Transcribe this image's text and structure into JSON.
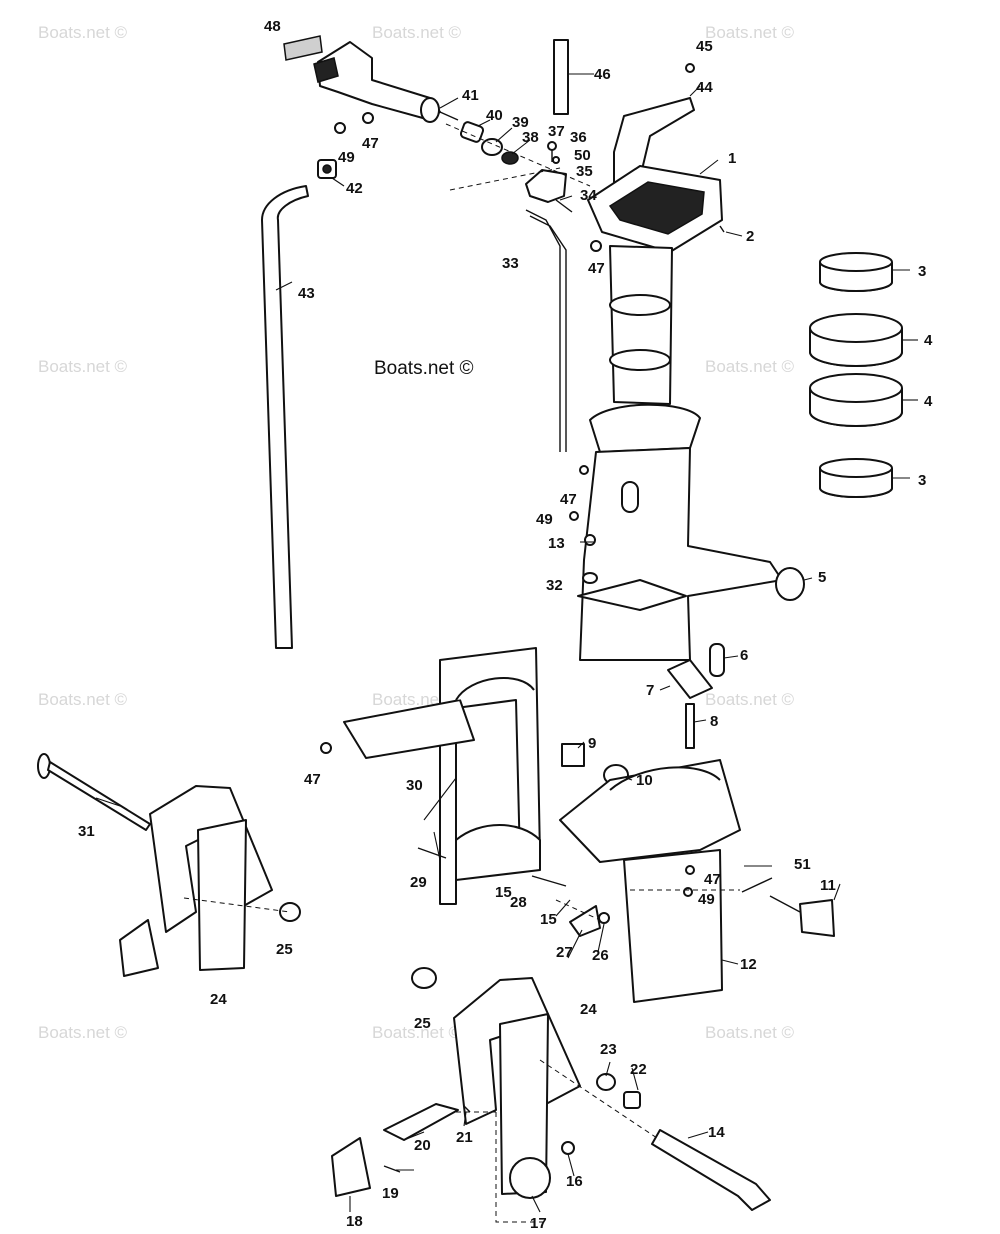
{
  "credit": "Boats.net ©",
  "watermark_text": "Boats.net ©",
  "callouts": {
    "c1": "1",
    "c2": "2",
    "c3a": "3",
    "c3b": "3",
    "c4a": "4",
    "c4b": "4",
    "c5": "5",
    "c6": "6",
    "c7": "7",
    "c8": "8",
    "c9": "9",
    "c10": "10",
    "c11": "11",
    "c12": "12",
    "c13": "13",
    "c14": "14",
    "c15a": "15",
    "c15b": "15",
    "c16": "16",
    "c17": "17",
    "c18": "18",
    "c19": "19",
    "c20": "20",
    "c21": "21",
    "c22": "22",
    "c23": "23",
    "c24a": "24",
    "c24b": "24",
    "c25a": "25",
    "c25b": "25",
    "c26": "26",
    "c27": "27",
    "c28": "28",
    "c29": "29",
    "c30": "30",
    "c31": "31",
    "c32": "32",
    "c33": "33",
    "c34": "34",
    "c35": "35",
    "c36": "36",
    "c37": "37",
    "c38": "38",
    "c39": "39",
    "c40": "40",
    "c41": "41",
    "c42": "42",
    "c43": "43",
    "c44": "44",
    "c45": "45",
    "c46": "46",
    "c47a": "47",
    "c47b": "47",
    "c47c": "47",
    "c47d": "47",
    "c47e": "47",
    "c48": "48",
    "c49a": "49",
    "c49b": "49",
    "c49c": "49",
    "c50": "50",
    "c51": "51"
  }
}
